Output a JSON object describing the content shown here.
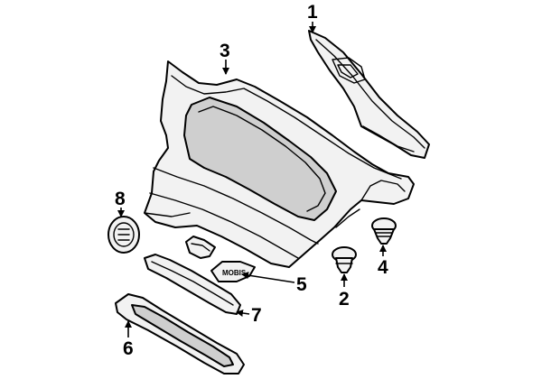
{
  "diagram": {
    "callouts": [
      {
        "id": "1",
        "label": "1"
      },
      {
        "id": "2",
        "label": "2"
      },
      {
        "id": "3",
        "label": "3"
      },
      {
        "id": "4",
        "label": "4"
      },
      {
        "id": "5",
        "label": "5"
      },
      {
        "id": "6",
        "label": "6"
      },
      {
        "id": "7",
        "label": "7"
      },
      {
        "id": "8",
        "label": "8"
      }
    ],
    "part_markings": {
      "badge_text": "MOBIS"
    }
  }
}
